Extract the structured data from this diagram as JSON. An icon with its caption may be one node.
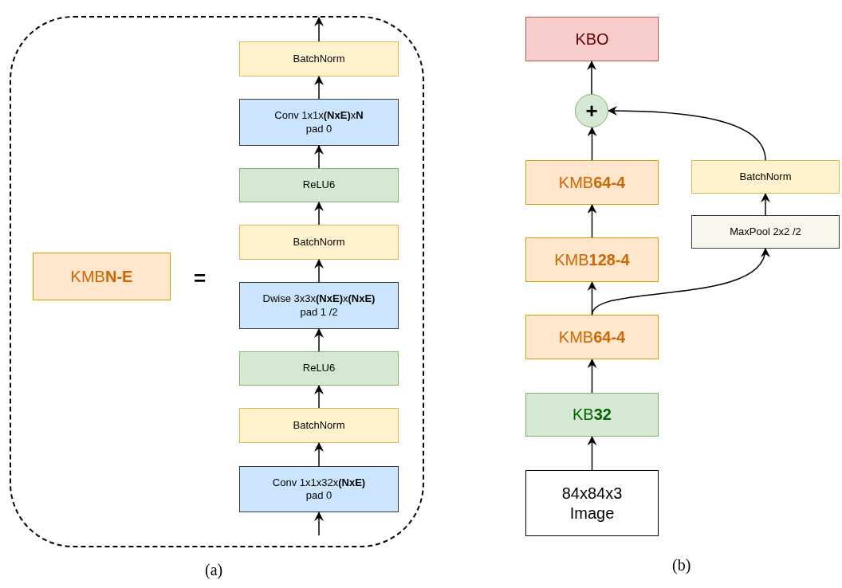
{
  "diagram": {
    "nodes": [
      {
        "text": [],
        "shape": "box"
      },
      {
        "text": [
          "KMB**N-E**"
        ],
        "in": 0
      },
      {
        "text": [
          "BatchNorm"
        ],
        "in": 0
      },
      {
        "text": [
          "Conv 1x1x**(NxE)**x**N**",
          "pad 0"
        ],
        "in": 0
      },
      {
        "text": [
          "ReLU6"
        ],
        "in": 0
      },
      {
        "text": [
          "BatchNorm"
        ],
        "in": 0
      },
      {
        "text": [
          "Dwise 3x3x**(NxE)**x**(NxE)**",
          "pad 1 /2"
        ],
        "in": 0
      },
      {
        "text": [
          "ReLU6"
        ],
        "in": 0
      },
      {
        "text": [
          "BatchNorm"
        ],
        "in": 0
      },
      {
        "text": [
          "Conv 1x1x32x**(NxE)**",
          "pad 0"
        ],
        "in": 0
      },
      {
        "text": [
          "KBO"
        ]
      },
      {
        "text": [
          "+"
        ]
      },
      {
        "text": [
          "KMB**64-4**"
        ]
      },
      {
        "text": [
          "BatchNorm"
        ]
      },
      {
        "text": [
          "KMB**128-4**"
        ]
      },
      {
        "text": [
          "MaxPool 2x2 /2"
        ]
      },
      {
        "text": [
          "KMB**64-4**"
        ]
      },
      {
        "text": [
          "KB**32**"
        ]
      },
      {
        "text": [
          "84x84x3 Image"
        ]
      }
    ],
    "edges": [
      {
        "from": null,
        "to": 9,
        "arrow": "to"
      },
      {
        "from": 9,
        "to": 8,
        "arrow": "to"
      },
      {
        "from": 8,
        "to": 7,
        "arrow": "to"
      },
      {
        "from": 7,
        "to": 6,
        "arrow": "to"
      },
      {
        "from": 6,
        "to": 5,
        "arrow": "to"
      },
      {
        "from": 5,
        "to": 4,
        "arrow": "to"
      },
      {
        "from": 4,
        "to": 3,
        "arrow": "to"
      },
      {
        "from": 3,
        "to": 2,
        "arrow": "to"
      },
      {
        "from": 2,
        "to": null,
        "arrow": "to"
      },
      {
        "from": 18,
        "to": 17,
        "arrow": "to"
      },
      {
        "from": 17,
        "to": 16,
        "arrow": "to"
      },
      {
        "from": 16,
        "to": 14,
        "arrow": "to"
      },
      {
        "from": 14,
        "to": 12,
        "arrow": "to"
      },
      {
        "from": 12,
        "to": 11,
        "arrow": "to"
      },
      {
        "from": 11,
        "to": 10,
        "arrow": "to"
      },
      {
        "from": 16,
        "to": 15,
        "arrow": "to"
      },
      {
        "from": 15,
        "to": 13,
        "arrow": "to"
      },
      {
        "from": 13,
        "to": 11,
        "arrow": "to"
      }
    ],
    "labels": [
      "=",
      "(a)",
      "(b)"
    ]
  }
}
